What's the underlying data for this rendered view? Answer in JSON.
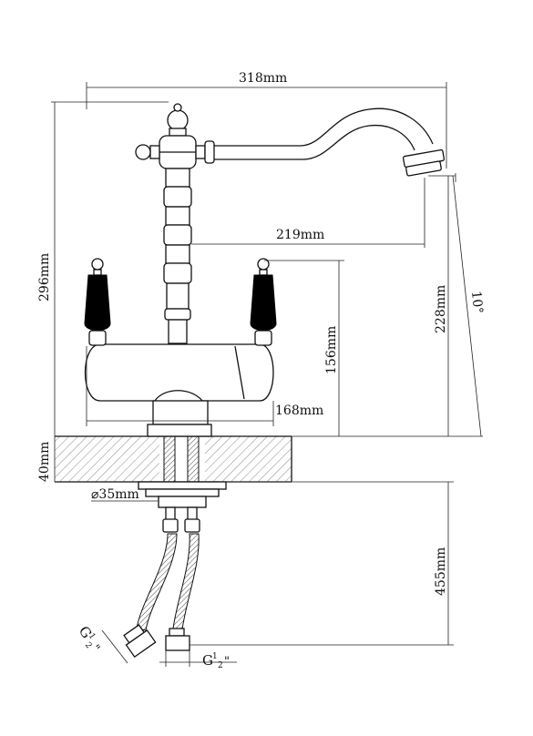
{
  "dimensions": {
    "width_total": "318mm",
    "spout_reach": "219mm",
    "height_total": "296mm",
    "spout_height": "228mm",
    "angle": "10°",
    "handle_height": "156mm",
    "base_width": "168mm",
    "deck_thickness": "40mm",
    "hole_diameter": "⌀35mm",
    "hose_length": "455mm",
    "thread_left_main": "G",
    "thread_left_sup": "1",
    "thread_left_sub": "2",
    "thread_left_quote": "\"",
    "thread_right_main": "G",
    "thread_right_sup": "1",
    "thread_right_sub": "2",
    "thread_right_quote": "\""
  },
  "colors": {
    "line": "#111111",
    "handle_fill": "#000000",
    "hatch": "#555555",
    "background": "#ffffff"
  }
}
